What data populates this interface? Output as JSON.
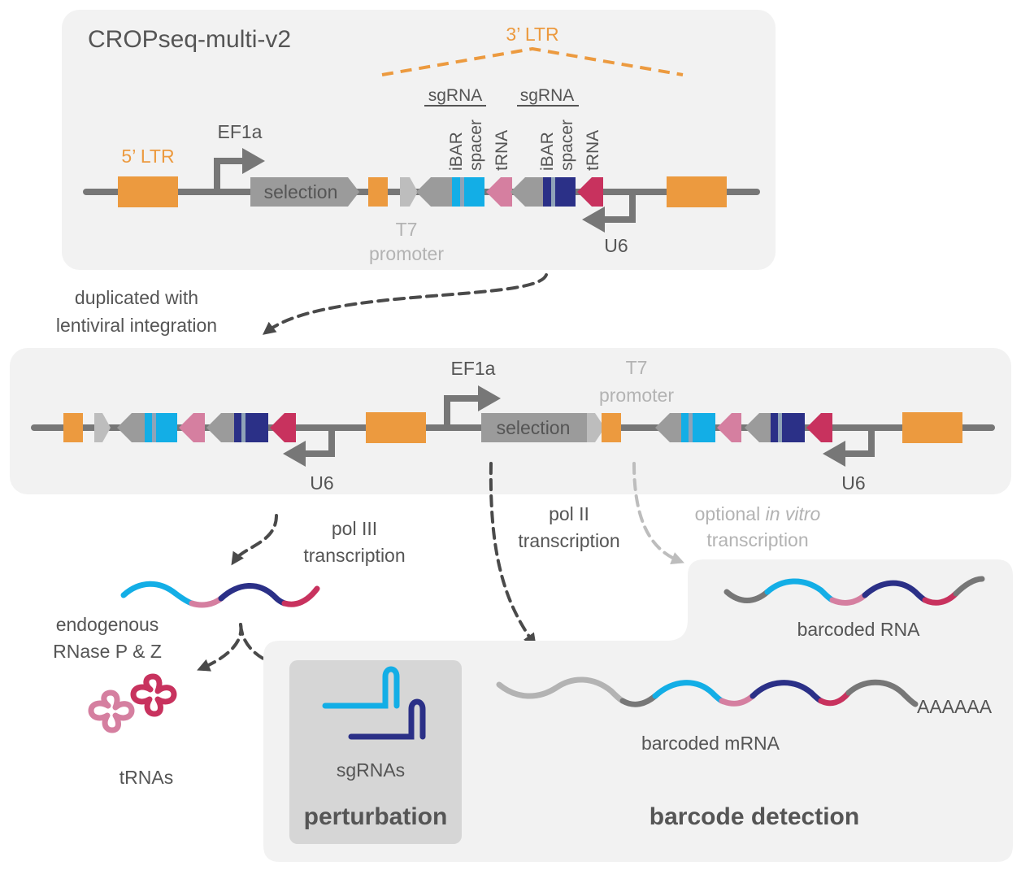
{
  "colors": {
    "ltr": "#ec9a3f",
    "backbone": "#777777",
    "feature_gray": "#9b9b9b",
    "t7": "#bdbdbd",
    "ibar_light": "#8fa3b8",
    "spacer_cyan": "#13aee6",
    "spacer_navy": "#2b3087",
    "trna_pink": "#d57fa0",
    "trna_crimson": "#c8325e",
    "panel_bg": "#f2f2f2",
    "perturbation_bg": "#d6d6d6"
  },
  "top_panel": {
    "title": "CROPseq-multi-v2",
    "ltr_5": "5’ LTR",
    "ltr_3": "3’ LTR",
    "ef1a": "EF1a",
    "selection": "selection",
    "t7_line1": "T7",
    "t7_line2": "promoter",
    "u6": "U6",
    "sgrna_1": "sgRNA",
    "sgrna_2": "sgRNA",
    "ibar_1": "iBAR",
    "spacer_1": "spacer",
    "trna_1": "tRNA",
    "ibar_2": "iBAR",
    "spacer_2": "spacer",
    "trna_2": "tRNA"
  },
  "integration_label": {
    "line1": "duplicated with",
    "line2": "lentiviral integration"
  },
  "middle_panel": {
    "ef1a": "EF1a",
    "selection": "selection",
    "t7_line1": "T7",
    "t7_line2": "promoter",
    "u6_left": "U6",
    "u6_right": "U6"
  },
  "transcription": {
    "pol3_line1": "pol III",
    "pol3_line2": "transcription",
    "pol2_line1": "pol II",
    "pol2_line2": "transcription",
    "ivt_prefix": "optional ",
    "ivt_italic": "in vitro",
    "ivt_line2": "transcription"
  },
  "processing": {
    "rnase_line1": "endogenous",
    "rnase_line2": "RNase P & Z",
    "trnas": "tRNAs"
  },
  "outputs": {
    "sgrnas": "sgRNAs",
    "perturbation": "perturbation",
    "barcoded_rna": "barcoded RNA",
    "barcoded_mrna": "barcoded mRNA",
    "polya": "AAAAAA",
    "barcode_detection": "barcode detection"
  }
}
